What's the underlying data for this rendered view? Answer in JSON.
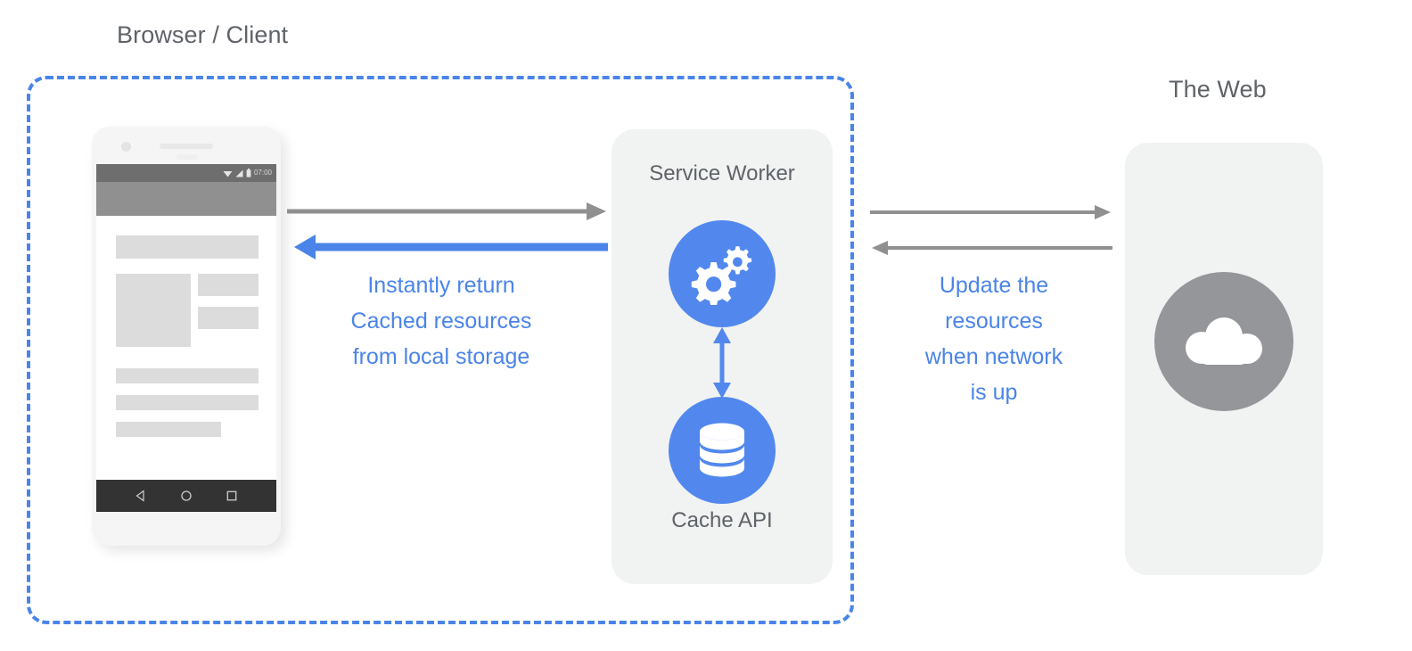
{
  "diagram": {
    "type": "service-worker-caching-flow",
    "background": "#ffffff",
    "colors": {
      "blue": "#5288ee",
      "blue_stroke": "#4a84e8",
      "gray_text": "#5f6368",
      "gray_arrow": "#909090",
      "card_gray": "#f1f2f2",
      "cloud_circle": "#949699",
      "phone_body": "#f5f5f5",
      "placeholder_gray": "#dcdcdc"
    }
  },
  "client_zone": {
    "title": "Browser / Client",
    "border_style": "dashed",
    "border_color": "#4a84e8"
  },
  "phone": {
    "status_bar": {
      "time": "07:00",
      "icons": [
        "wifi-icon",
        "signal-icon",
        "battery-icon"
      ]
    },
    "nav_bar": {
      "icons": [
        "back-triangle-icon",
        "home-circle-icon",
        "recents-square-icon"
      ]
    },
    "content_placeholders": [
      "header-bar",
      "large-square",
      "small-bar-1",
      "small-bar-2",
      "text-line-1",
      "text-line-2",
      "text-line-3"
    ]
  },
  "service_worker_card": {
    "title": "Service Worker",
    "icon": "gears-icon",
    "icon_color": "#5288ee",
    "cache": {
      "title": "Cache API",
      "icon": "database-icon",
      "icon_color": "#5288ee"
    },
    "internal_connector": "bidirectional-vertical-arrow"
  },
  "web_card": {
    "title": "The Web",
    "icon": "cloud-icon",
    "icon_color": "#949699"
  },
  "annotations": {
    "left": {
      "color": "#4a84e8",
      "lines": [
        "Instantly return",
        "Cached resources",
        "from local storage"
      ]
    },
    "right": {
      "color": "#4a84e8",
      "lines": [
        "Update the",
        "resources",
        "when network",
        "is up"
      ]
    }
  },
  "connectors": [
    {
      "name": "phone-to-service-worker-request",
      "direction": "right",
      "color": "#909090",
      "style": "solid"
    },
    {
      "name": "service-worker-to-phone-cached-response",
      "direction": "left",
      "color": "#4a84e8",
      "style": "solid-thick"
    },
    {
      "name": "service-worker-to-web-request",
      "direction": "right",
      "color": "#909090",
      "style": "solid"
    },
    {
      "name": "web-to-service-worker-response",
      "direction": "left",
      "color": "#909090",
      "style": "solid"
    },
    {
      "name": "service-worker-to-cache-api",
      "direction": "bidirectional-vertical",
      "color": "#5288ee",
      "style": "solid"
    }
  ]
}
